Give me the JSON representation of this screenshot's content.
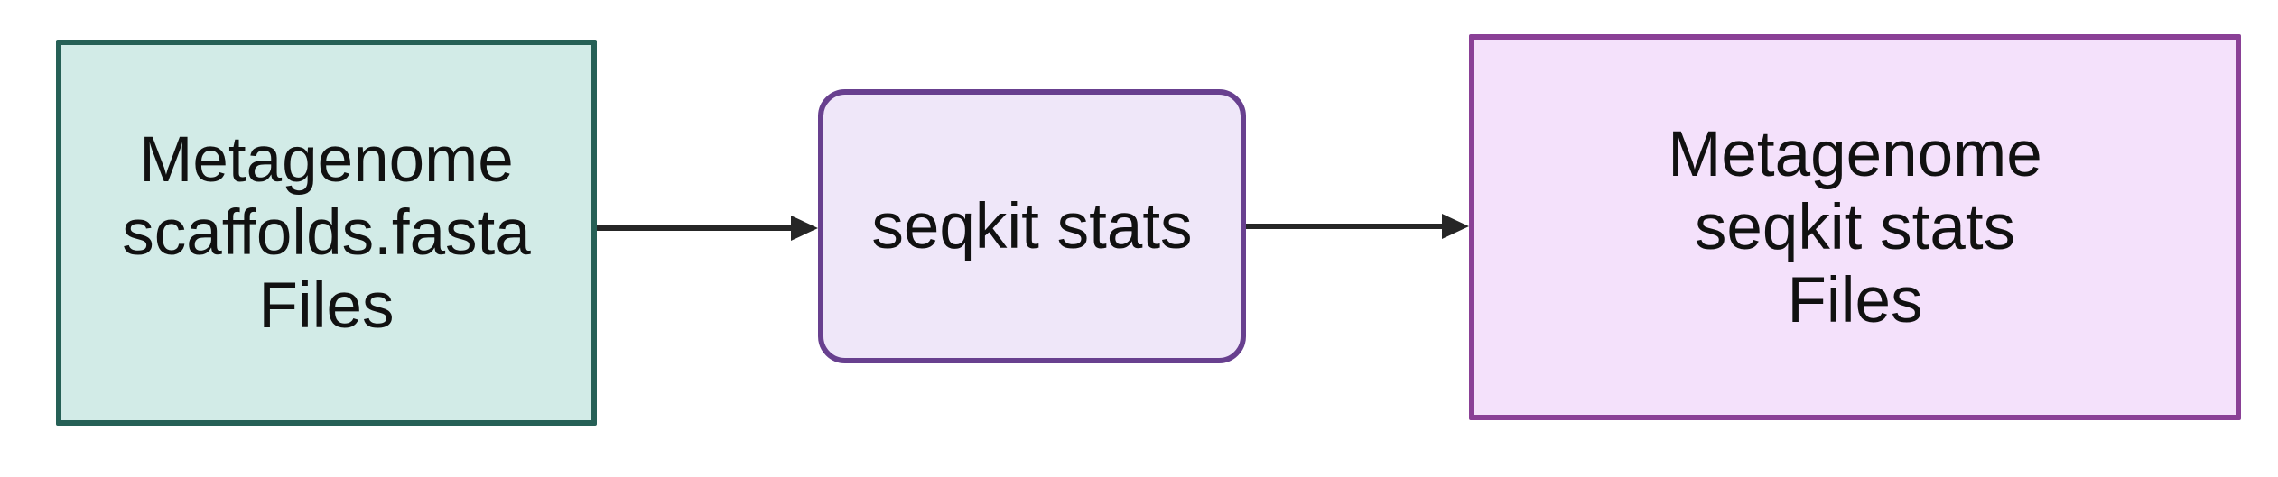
{
  "diagram": {
    "background": "#ffffff",
    "text_color": "#111111",
    "arrow_color": "#262626",
    "nodes": [
      {
        "id": "metagenome-scaffolds-fasta-files",
        "lines": [
          "Metagenome",
          "scaffolds.fasta",
          "Files"
        ],
        "fill": "#d2ebe7",
        "border": "#266056"
      },
      {
        "id": "seqkit-stats",
        "lines": [
          "seqkit stats"
        ],
        "fill": "#efe7f9",
        "border": "#68408f"
      },
      {
        "id": "metagenome-seqkit-stats-files",
        "lines": [
          "Metagenome",
          "seqkit stats",
          "Files"
        ],
        "fill": "#f4e1fb",
        "border": "#8a4096"
      }
    ],
    "edges": [
      {
        "from": "metagenome-scaffolds-fasta-files",
        "to": "seqkit-stats"
      },
      {
        "from": "seqkit-stats",
        "to": "metagenome-seqkit-stats-files"
      }
    ]
  }
}
